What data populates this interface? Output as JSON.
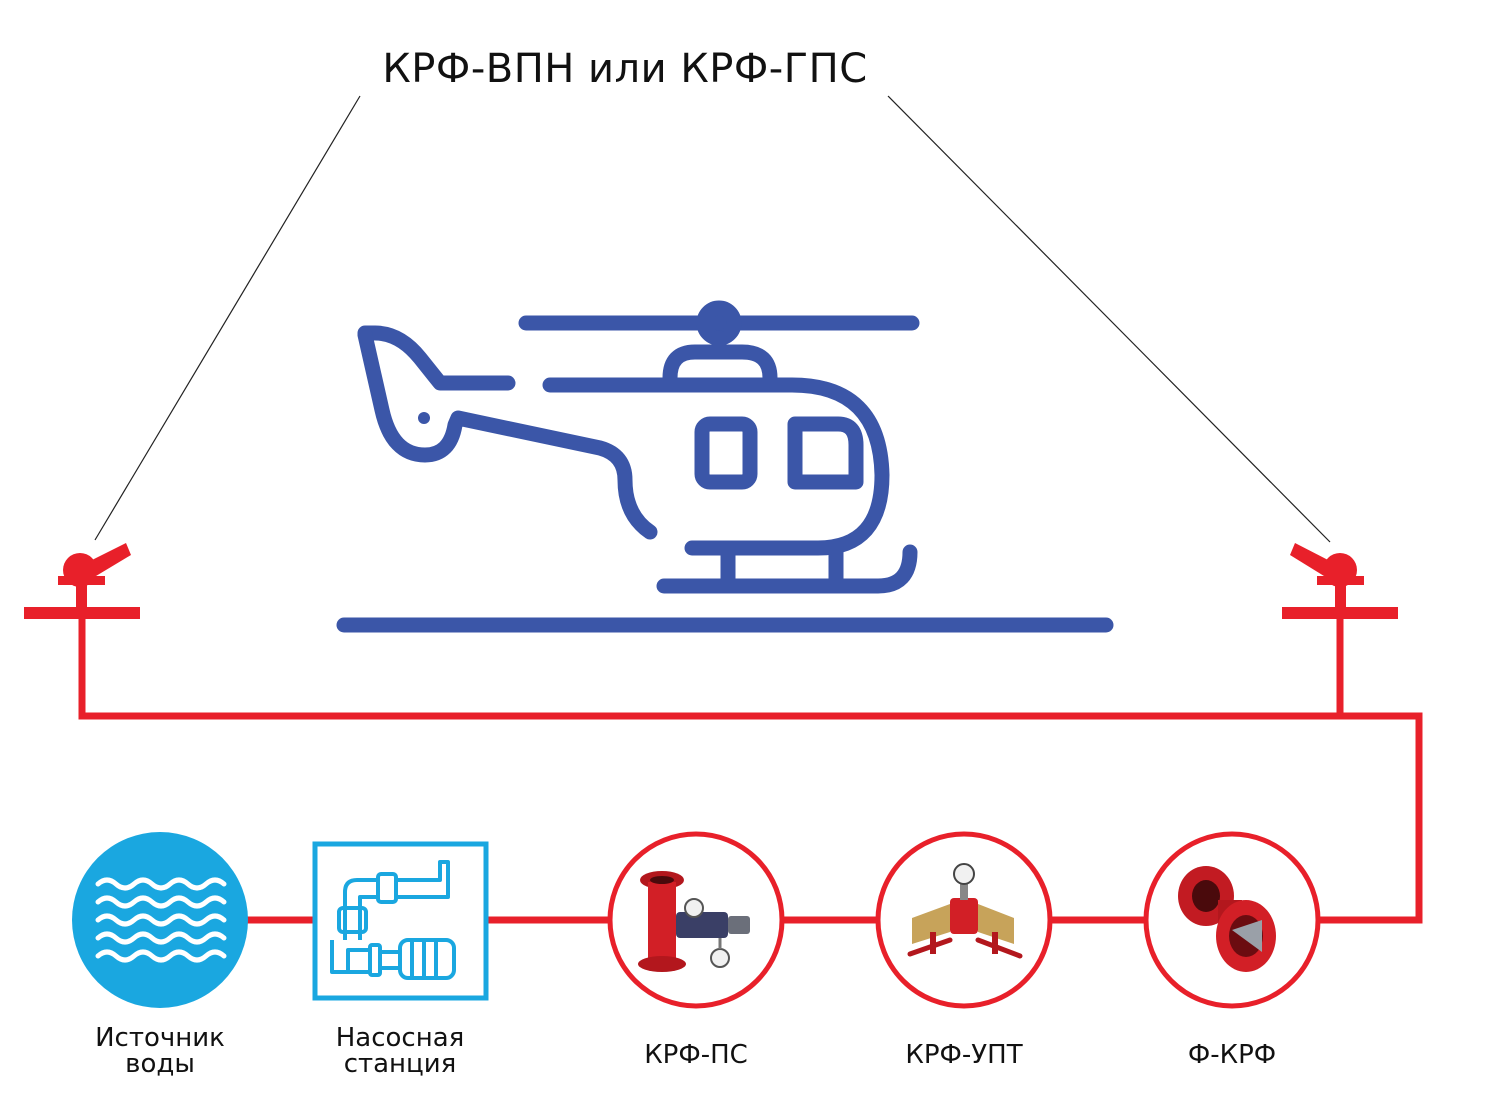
{
  "title": "КРФ-ВПН или КРФ-ГПС",
  "colors": {
    "pipe": "#e8202a",
    "icon_blue": "#3b56a8",
    "water_fill": "#1aa7e0",
    "pump_stroke": "#1aa7e0",
    "dark_red": "#b3171d",
    "brass": "#c7a35a"
  },
  "nodes": [
    {
      "id": "water",
      "label_line1": "Источник",
      "label_line2": "воды",
      "icon": "water-waves-icon"
    },
    {
      "id": "pump",
      "label_line1": "Насосная",
      "label_line2": "станция",
      "icon": "pump-station-icon"
    },
    {
      "id": "krf-ps",
      "label_line1": "КРФ-ПС",
      "icon": "valve-assembly-icon"
    },
    {
      "id": "krf-upt",
      "label_line1": "КРФ-УПТ",
      "icon": "gauge-valve-icon"
    },
    {
      "id": "f-krf",
      "label_line1": "Ф-КРФ",
      "icon": "flange-filter-icon"
    }
  ],
  "icons": {
    "helicopter": "helicopter-icon",
    "monitor_left": "fire-monitor-icon",
    "monitor_right": "fire-monitor-icon"
  }
}
